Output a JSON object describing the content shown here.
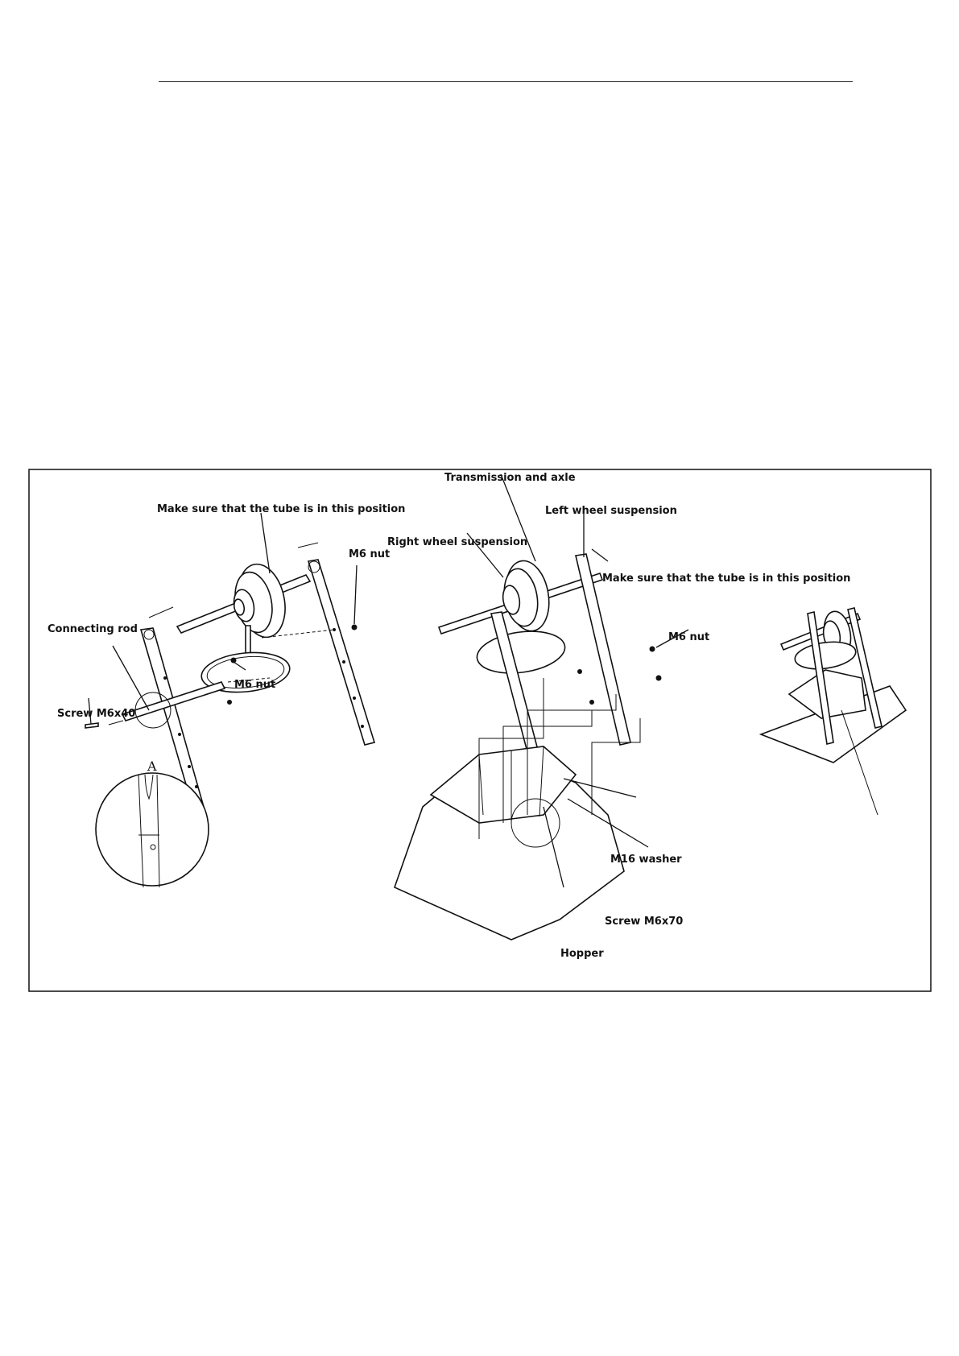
{
  "labels": {
    "tube_position_left": "Make sure that the tube is in this position",
    "m6_nut_a": "M6 nut",
    "m6_nut_b": "M6 nut",
    "connecting_rod": "Connecting rod",
    "screw_m6x40": "Screw M6x40",
    "detail_a": "A",
    "transmission_axle": "Transmission and axle",
    "left_wheel_suspension": "Left wheel suspension",
    "right_wheel_suspension": "Right wheel suspension",
    "tube_position_right": "Make sure that the tube is in this position",
    "m6_nut_c": "M6 nut",
    "m16_washer": "M16 washer",
    "screw_m6x70": "Screw M6x70",
    "hopper": "Hopper"
  }
}
